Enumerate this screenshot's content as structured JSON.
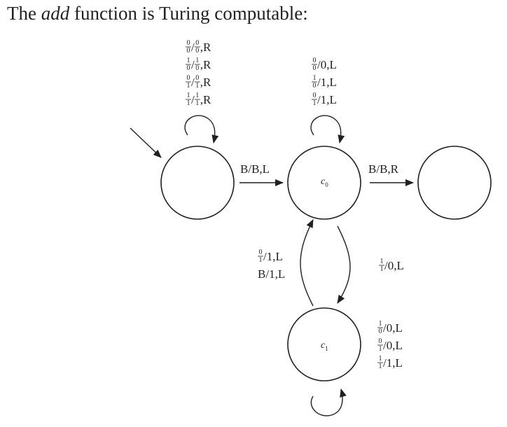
{
  "title": {
    "pre": "The ",
    "emph": "add",
    "post": " function is Turing computable:"
  },
  "states": {
    "start": {
      "name": ""
    },
    "c0": {
      "letter": "c",
      "sub": "0"
    },
    "c1": {
      "letter": "c",
      "sub": "1"
    },
    "halt": {
      "name": ""
    }
  },
  "transitions": [
    {
      "from": "start",
      "to": "start",
      "labels": [
        {
          "read": [
            "0",
            "0"
          ],
          "write": [
            "0",
            "0"
          ],
          "move": "R"
        },
        {
          "read": [
            "1",
            "0"
          ],
          "write": [
            "1",
            "0"
          ],
          "move": "R"
        },
        {
          "read": [
            "0",
            "1"
          ],
          "write": [
            "0",
            "1"
          ],
          "move": "R"
        },
        {
          "read": [
            "1",
            "1"
          ],
          "write": [
            "1",
            "1"
          ],
          "move": "R"
        }
      ]
    },
    {
      "from": "start",
      "to": "c0",
      "labels": [
        {
          "read": "B",
          "write": "B",
          "move": "L"
        }
      ]
    },
    {
      "from": "c0",
      "to": "c0",
      "labels": [
        {
          "read": [
            "0",
            "0"
          ],
          "write": "0",
          "move": "L"
        },
        {
          "read": [
            "1",
            "0"
          ],
          "write": "1",
          "move": "L"
        },
        {
          "read": [
            "0",
            "1"
          ],
          "write": "1",
          "move": "L"
        }
      ]
    },
    {
      "from": "c0",
      "to": "halt",
      "labels": [
        {
          "read": "B",
          "write": "B",
          "move": "R"
        }
      ]
    },
    {
      "from": "c0",
      "to": "c1",
      "labels": [
        {
          "read": [
            "1",
            "1"
          ],
          "write": "0",
          "move": "L"
        }
      ]
    },
    {
      "from": "c1",
      "to": "c0",
      "labels": [
        {
          "read": [
            "0",
            "1"
          ],
          "write": "1",
          "move": "L"
        },
        {
          "read": "B",
          "write": "1",
          "move": "L"
        }
      ]
    },
    {
      "from": "c1",
      "to": "c1",
      "labels": [
        {
          "read": [
            "1",
            "0"
          ],
          "write": "0",
          "move": "L"
        },
        {
          "read": [
            "0",
            "1"
          ],
          "write": "0",
          "move": "L"
        },
        {
          "read": [
            "1",
            "1"
          ],
          "write": "1",
          "move": "L"
        }
      ]
    }
  ]
}
